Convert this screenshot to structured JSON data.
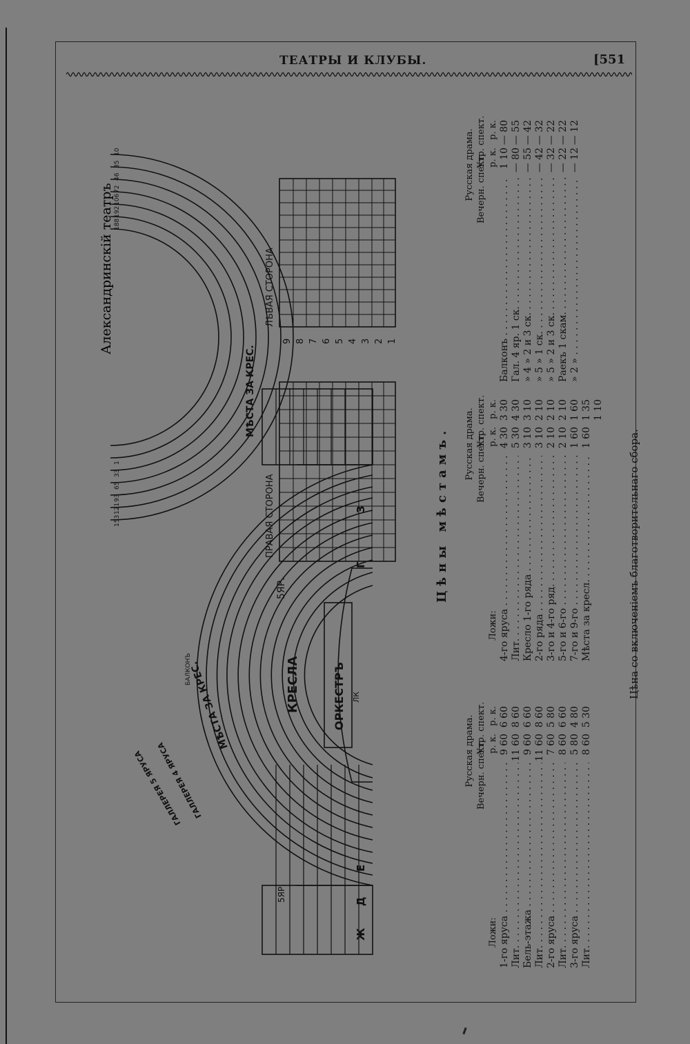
{
  "header": {
    "title": "ТЕАТРЫ И КЛУБЫ.",
    "page": "[551"
  },
  "plan": {
    "theatre_title": "Александринскій театръ",
    "gallery5": "ГАЛЛЕРЕЯ 5 ЯРУСА",
    "gallery4": "ГАЛЛЕРЕЯ 4 ЯРУСА",
    "balcony": "БАЛКОНЪ",
    "chairs_label": "МѢСТА ЗА КРЕС.",
    "armchairs": "КРЕСЛА",
    "orchestra": "ОРКЕСТРЪ",
    "right_side": "ПРАВАЯ СТОРОНА",
    "left_side": "ЛѢВАЯ СТОРОНА",
    "seats_label": "МѢСТА ЗА КРЕС.",
    "yar5": "5ЯР.",
    "yar5_bottom": "5ЯР.",
    "lk": "ЛК",
    "box_letters": [
      "Ж",
      "Д",
      "Е",
      "Г",
      "З"
    ],
    "row_numbers": [
      "9",
      "8",
      "7",
      "6",
      "5",
      "4",
      "3",
      "2",
      "1"
    ],
    "arc_numbers_left": [
      "153",
      "121",
      "93",
      "65",
      "33",
      "1"
    ],
    "arc_numbers_right": [
      "188",
      "192",
      "106",
      "72",
      "46",
      "35",
      "10"
    ]
  },
  "prices": {
    "title": "Цѣны мѣстамъ.",
    "block1": {
      "drama": "Русская драма.",
      "col_eve": "Вечерн. спект.",
      "col_mat": "Утр. спект.",
      "units": "р. к.",
      "head": "Ложи:",
      "rows": [
        {
          "label": "1-го яруса",
          "eve": "9 60",
          "mat": "6 60"
        },
        {
          "label": "Лит.",
          "eve": "11 60",
          "mat": "8 60"
        },
        {
          "label": "Бель-этажа",
          "eve": "9 60",
          "mat": "6 60"
        },
        {
          "label": "Лит.",
          "eve": "11 60",
          "mat": "8 60"
        },
        {
          "label": "2-го яруса",
          "eve": "7 60",
          "mat": "5 80"
        },
        {
          "label": "Лит.",
          "eve": "8 60",
          "mat": "6 60"
        },
        {
          "label": "3-го яруса",
          "eve": "5 80",
          "mat": "4 80"
        },
        {
          "label": "Лит.",
          "eve": "8 60",
          "mat": "5 30"
        }
      ]
    },
    "block2": {
      "drama": "Русская драма.",
      "col_eve": "Вечерн. спект.",
      "col_mat": "Утр. спект.",
      "units": "р. к.",
      "head": "Ложи:",
      "rows": [
        {
          "label": "4-го яруса",
          "eve": "4 30",
          "mat": "3 30"
        },
        {
          "label": "Лит.",
          "eve": "5 30",
          "mat": "4 30"
        },
        {
          "label": "Кресло 1-го ряда",
          "eve": "3 10",
          "mat": "3 10"
        },
        {
          "label": "2-го ряда",
          "eve": "3 10",
          "mat": "2 10"
        },
        {
          "label": "3-го и 4-го ряд.",
          "eve": "2 10",
          "mat": "2 10"
        },
        {
          "label": "5-го и 6-го",
          "eve": "2 10",
          "mat": "2 10"
        },
        {
          "label": "7-го и 9-го",
          "eve": "1 60",
          "mat": "1 60"
        },
        {
          "label": "Мѣста за кресл.",
          "eve": "1 60",
          "mat": "1 35"
        }
      ],
      "extra_mat": "1 10"
    },
    "block3": {
      "drama": "Русская драма.",
      "col_eve": "Вечерн. спект.",
      "col_mat": "Утр. спект.",
      "units": "р. к.",
      "rows": [
        {
          "label": "Балконъ",
          "eve": "1 10",
          "mat": "— 80"
        },
        {
          "label": "Гал. 4 яр. 1 ск.",
          "eve": "— 80",
          "mat": "— 55"
        },
        {
          "label": "» 4 » 2 и 3 ск.",
          "eve": "— 55",
          "mat": "— 42"
        },
        {
          "label": "» 5 » 1 ск.",
          "eve": "— 42",
          "mat": "— 32"
        },
        {
          "label": "» 5 » 2 и 3 ск.",
          "eve": "— 32",
          "mat": "— 22"
        },
        {
          "label": "Раекъ 1 скам.",
          "eve": "— 22",
          "mat": "— 22"
        },
        {
          "label": "» 2 »",
          "eve": "— 12",
          "mat": "— 12"
        }
      ]
    },
    "note": "Цѣна со включеніемъ благотворительнаго сбора."
  }
}
